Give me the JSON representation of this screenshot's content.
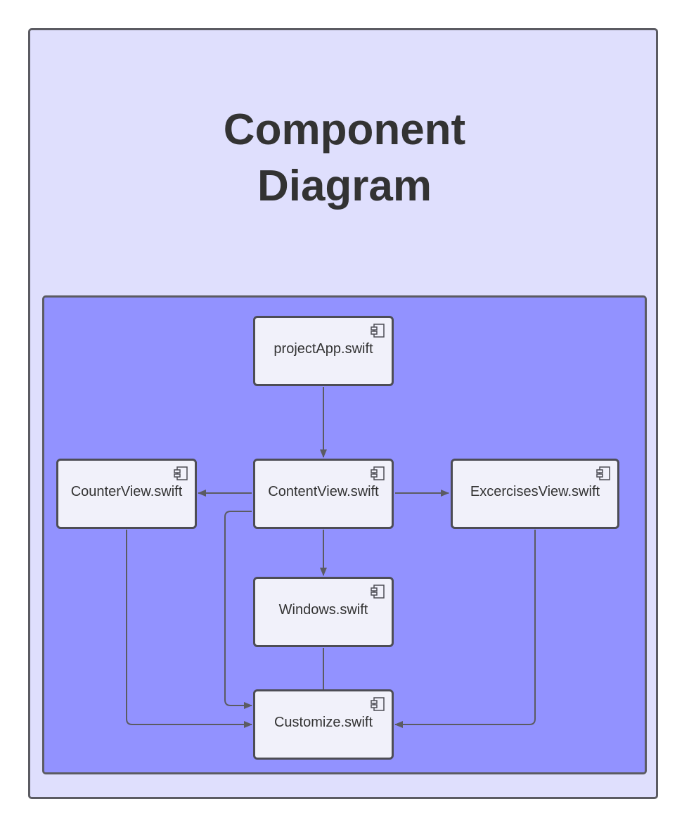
{
  "title": {
    "line1": "Component",
    "line2": "Diagram"
  },
  "components": {
    "project_app": "projectApp.swift",
    "content_view": "ContentView.swift",
    "counter_view": "CounterView.swift",
    "excercises_view": "ExcercisesView.swift",
    "windows": "Windows.swift",
    "customize": "Customize.swift"
  },
  "icons": {
    "component": "uml-component-icon"
  },
  "colors": {
    "outer_fill": "#dfdffd",
    "inner_fill": "#9292ff",
    "node_fill": "#f1f1fa",
    "line": "#5b5b62",
    "text": "#333333"
  },
  "edges": [
    {
      "from": "projectApp.swift",
      "to": "ContentView.swift"
    },
    {
      "from": "ContentView.swift",
      "to": "CounterView.swift"
    },
    {
      "from": "ContentView.swift",
      "to": "ExcercisesView.swift"
    },
    {
      "from": "ContentView.swift",
      "to": "Windows.swift"
    },
    {
      "from": "ContentView.swift",
      "to": "Customize.swift"
    },
    {
      "from": "CounterView.swift",
      "to": "Customize.swift"
    },
    {
      "from": "Windows.swift",
      "to": "Customize.swift"
    },
    {
      "from": "ExcercisesView.swift",
      "to": "Customize.swift"
    }
  ]
}
